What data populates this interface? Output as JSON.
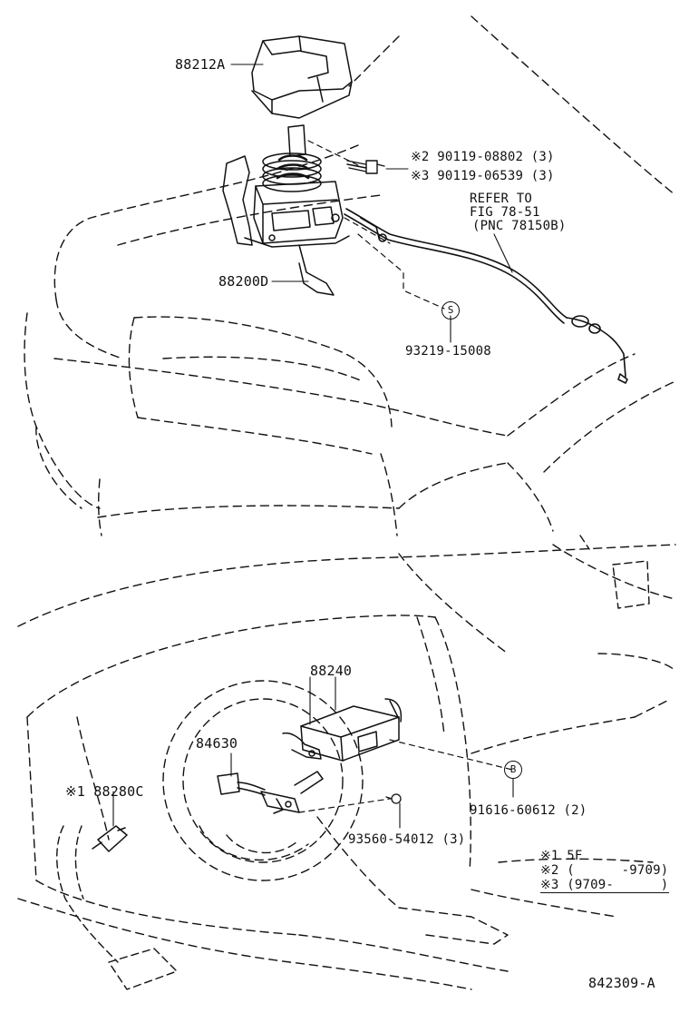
{
  "parts": {
    "p88212A": "88212A",
    "p88200D": "88200D",
    "screw_2": "※2 90119-08802 (3)",
    "screw_3": "※3 90119-06539 (3)",
    "refer_1": "REFER TO",
    "refer_2": "FIG 78-51",
    "refer_3": "(PNC 78150B)",
    "clip_s": "93219-15008",
    "marker_s": "S",
    "p88240": "88240",
    "p84630": "84630",
    "p88280C": "※1 88280C",
    "bolt_b": "91616-60612 (2)",
    "marker_b": "B",
    "screw_bot": "93560-54012 (3)"
  },
  "legend": {
    "row1": "※1 5F",
    "row2": "※2 (      -9709)",
    "row3": "※3 (9709-      )"
  },
  "diagram_code": "842309-A"
}
